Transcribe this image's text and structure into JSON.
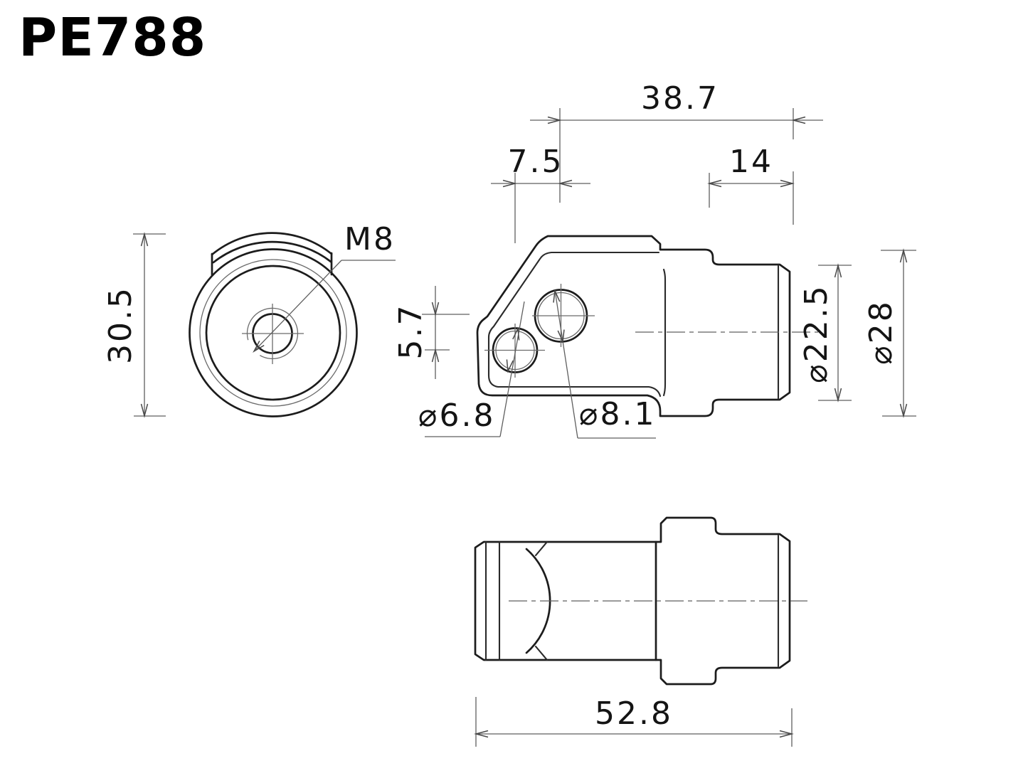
{
  "title": "PE788",
  "colors": {
    "background": "#ffffff",
    "outline": "#1c1c1c",
    "thin_line": "#6b6b6b",
    "text": "#141414"
  },
  "front_view": {
    "thread_label": "M8",
    "height_dim": "30.5"
  },
  "side_view": {
    "dims": {
      "total_width": "38.7",
      "hole_offset": "7.5",
      "cylinder_length": "14",
      "hole_spacing": "5.7",
      "small_hole_dia": "⌀6.8",
      "large_hole_dia": "⌀8.1",
      "cylinder_dia": "⌀22.5",
      "flange_dia": "⌀28"
    }
  },
  "bottom_view": {
    "length_dim": "52.8"
  }
}
